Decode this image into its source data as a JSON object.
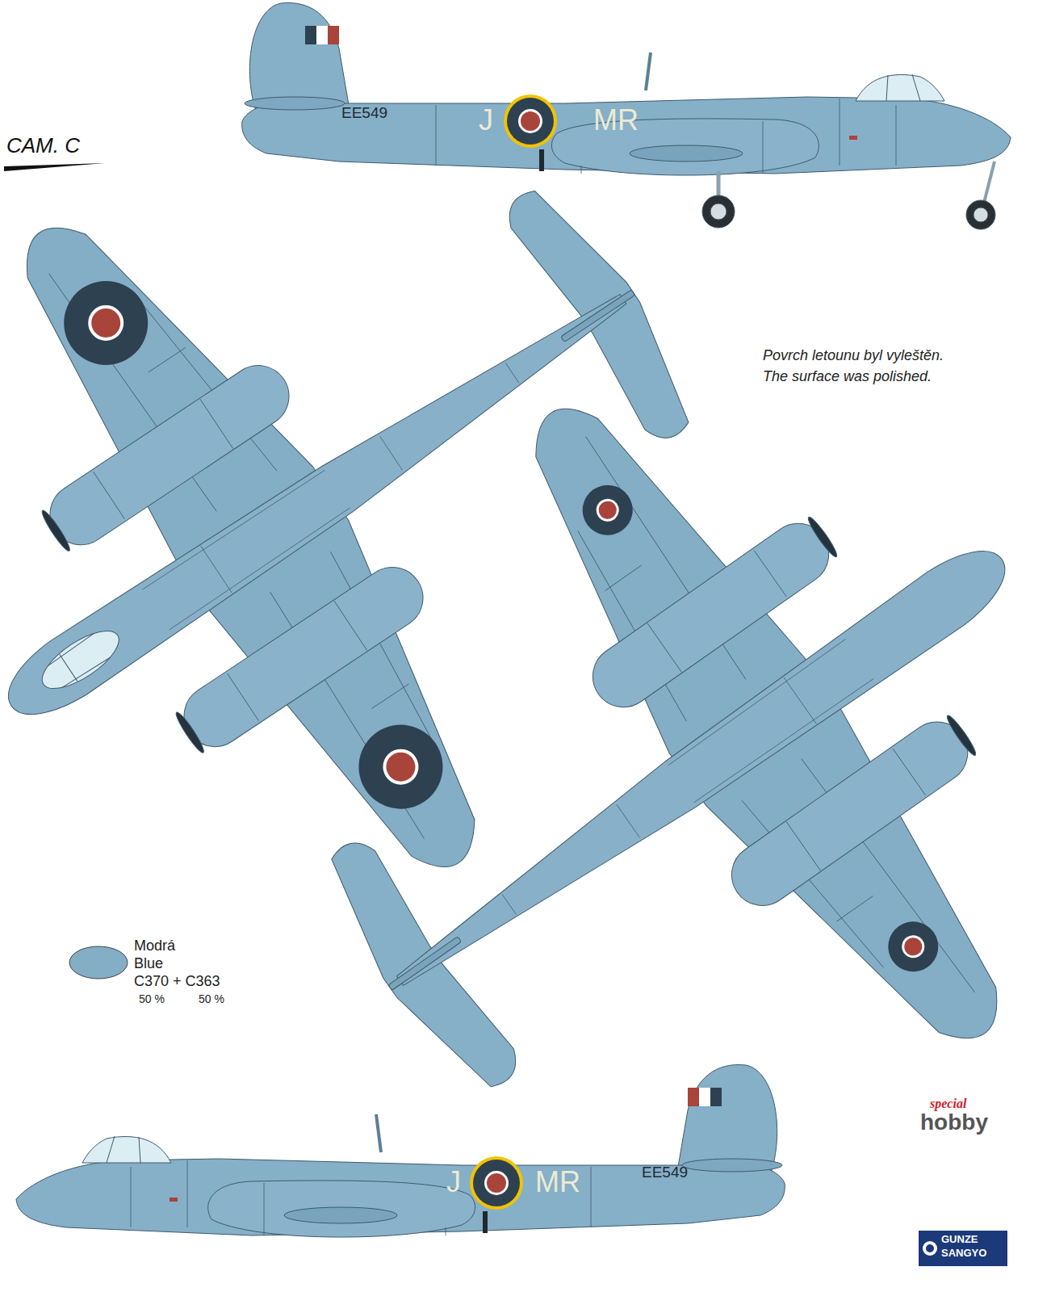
{
  "diagram": {
    "title": "CAM. C",
    "labels": [
      "EE549",
      "J",
      "MR",
      "Povrch letounu byl vyleštěn.",
      "The surface was polished.",
      "J",
      "MR",
      "EE549",
      "Blue",
      "C370 + C363",
      "50 %",
      "50 %",
      "special",
      "hobby",
      "GUNZE",
      "SANGYO"
    ],
    "legend": [
      {
        "text": "Modrá",
        "color": "#84adc6"
      }
    ]
  }
}
